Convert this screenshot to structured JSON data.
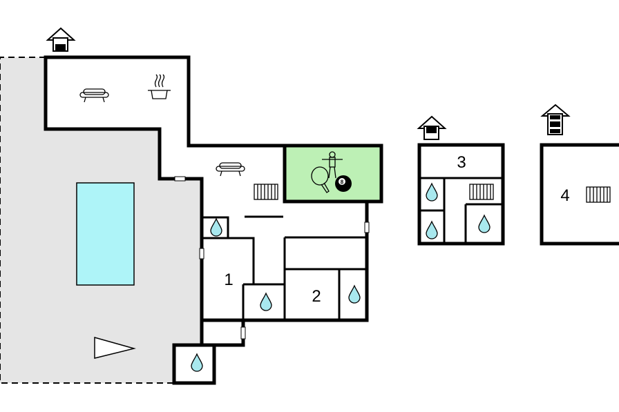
{
  "colors": {
    "terrace": "#e5e5e5",
    "pool": "#aef4f8",
    "game_room": "#bdf0b5",
    "water_drop": "#a8e8ee",
    "wall": "#000000"
  },
  "rooms": {
    "bedroom_1": {
      "label": "1"
    },
    "bedroom_2": {
      "label": "2"
    },
    "bedroom_3": {
      "label": "3"
    },
    "bedroom_4": {
      "label": "4"
    }
  },
  "game_room": {
    "ball_number": "8"
  }
}
